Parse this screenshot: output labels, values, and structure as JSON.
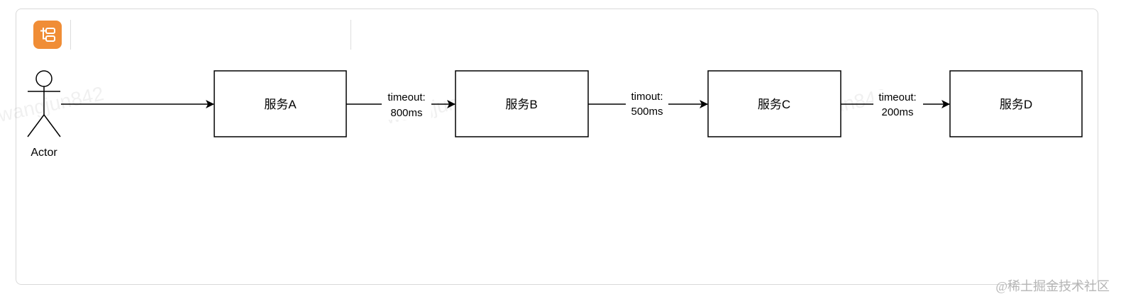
{
  "toolbar": {
    "app_icon": "flowchart-icon",
    "accent_color": "#f08d36"
  },
  "actor": {
    "label": "Actor"
  },
  "services": [
    {
      "id": "A",
      "label": "服务A"
    },
    {
      "id": "B",
      "label": "服务B"
    },
    {
      "id": "C",
      "label": "服务C"
    },
    {
      "id": "D",
      "label": "服务D"
    }
  ],
  "edges": [
    {
      "from": "Actor",
      "to": "服务A",
      "label_line1": "",
      "label_line2": ""
    },
    {
      "from": "服务A",
      "to": "服务B",
      "label_line1": "timeout:",
      "label_line2": "800ms"
    },
    {
      "from": "服务B",
      "to": "服务C",
      "label_line1": "timout:",
      "label_line2": "500ms"
    },
    {
      "from": "服务C",
      "to": "服务D",
      "label_line1": "timeout:",
      "label_line2": "200ms"
    }
  ],
  "watermark_text": "wangjun842",
  "brand_text": "@稀土掘金技术社区"
}
